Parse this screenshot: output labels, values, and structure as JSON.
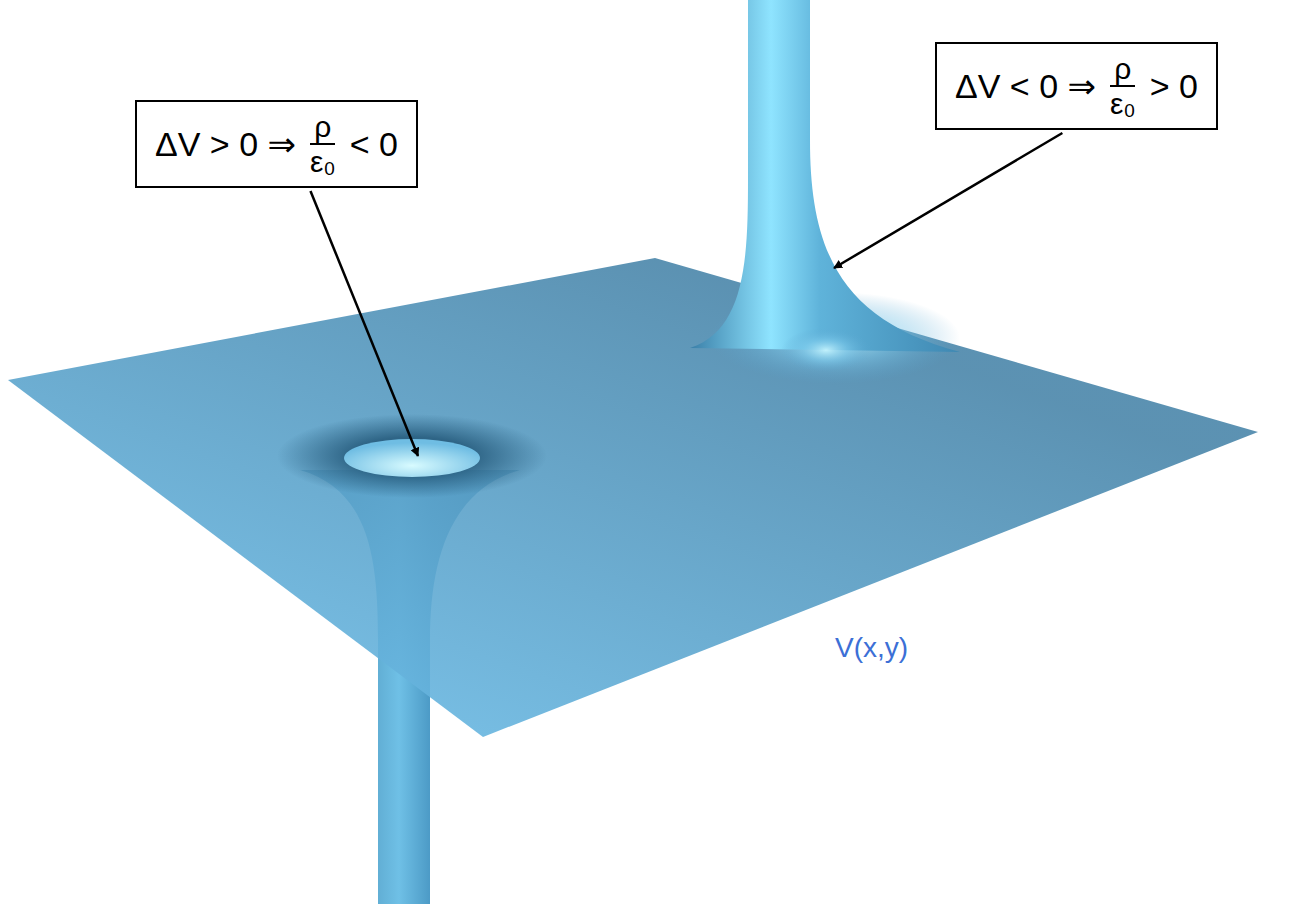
{
  "diagram": {
    "nodes": [
      {
        "text": [
          "ΔV > 0 ⇒",
          "ρ",
          "ε₀",
          "< 0"
        ]
      },
      {
        "text": [
          "ΔV < 0 ⇒",
          "ρ",
          "ε₀",
          "> 0"
        ]
      }
    ],
    "labels": [
      "V(x,y)"
    ]
  }
}
